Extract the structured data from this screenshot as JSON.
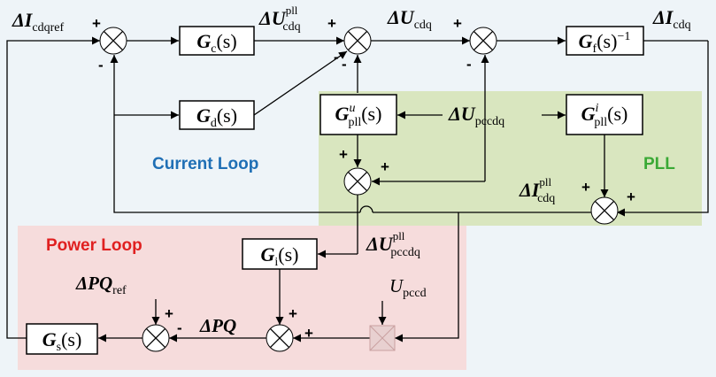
{
  "regions": {
    "current_loop": "Current Loop",
    "pll": "PLL",
    "power_loop": "Power Loop"
  },
  "colors": {
    "background": "#eef4f8",
    "pll_region": "#d9e6bf",
    "power_region": "#f6dcdc",
    "current_loop_text": "#1f6fb5",
    "pll_text": "#3aa935",
    "power_loop_text": "#e02020",
    "multiplier_block": "#e8d0d0"
  },
  "blocks": {
    "gc": "G",
    "gc_sub": "c",
    "gd": "G",
    "gd_sub": "d",
    "gf": "G",
    "gf_sub": "f",
    "gf_exp": "−1",
    "gpll_u": "G",
    "gpll_u_sup": "u",
    "gpll_u_sub": "pll",
    "gpll_i": "G",
    "gpll_i_sup": "i",
    "gpll_i_sub": "pll",
    "gi": "G",
    "gi_sub": "i",
    "gs": "G",
    "gs_sub": "s",
    "arg": "(s)"
  },
  "signals": {
    "i_ref": "ΔI",
    "i_ref_sub": "cdqref",
    "u_pll": "ΔU",
    "u_pll_sup": "pll",
    "u_pll_sub": "cdq",
    "u_cdq": "ΔU",
    "u_cdq_sub": "cdq",
    "i_cdq": "ΔI",
    "i_cdq_sub": "cdq",
    "u_pcc": "ΔU",
    "u_pcc_sub": "pccdq",
    "i_pll": "ΔI",
    "i_pll_sup": "pll",
    "i_pll_sub": "cdq",
    "u_pcc_pll": "ΔU",
    "u_pcc_pll_sup": "pll",
    "u_pcc_pll_sub": "pccdq",
    "upccd": "U",
    "upccd_sub": "pccd",
    "pq_ref": "ΔPQ",
    "pq_ref_sub": "ref",
    "pq": "ΔPQ"
  },
  "signs": {
    "s1_plus": "+",
    "s1_minus_bottom": "-",
    "s1_minus_left": "-",
    "s2_plus": "+",
    "s2_minus_left": "-",
    "s2_minus_bottom": "-",
    "s3_plus": "+",
    "s3_minus": "-",
    "s4_plus_top": "+",
    "s4_plus_right": "+",
    "s5_plus_top": "+",
    "s5_plus_right": "+",
    "s6_plus": "+",
    "s6_minus": "-",
    "s7_plus_top": "+",
    "s7_plus_right": "+",
    "mult_plus": "+"
  }
}
